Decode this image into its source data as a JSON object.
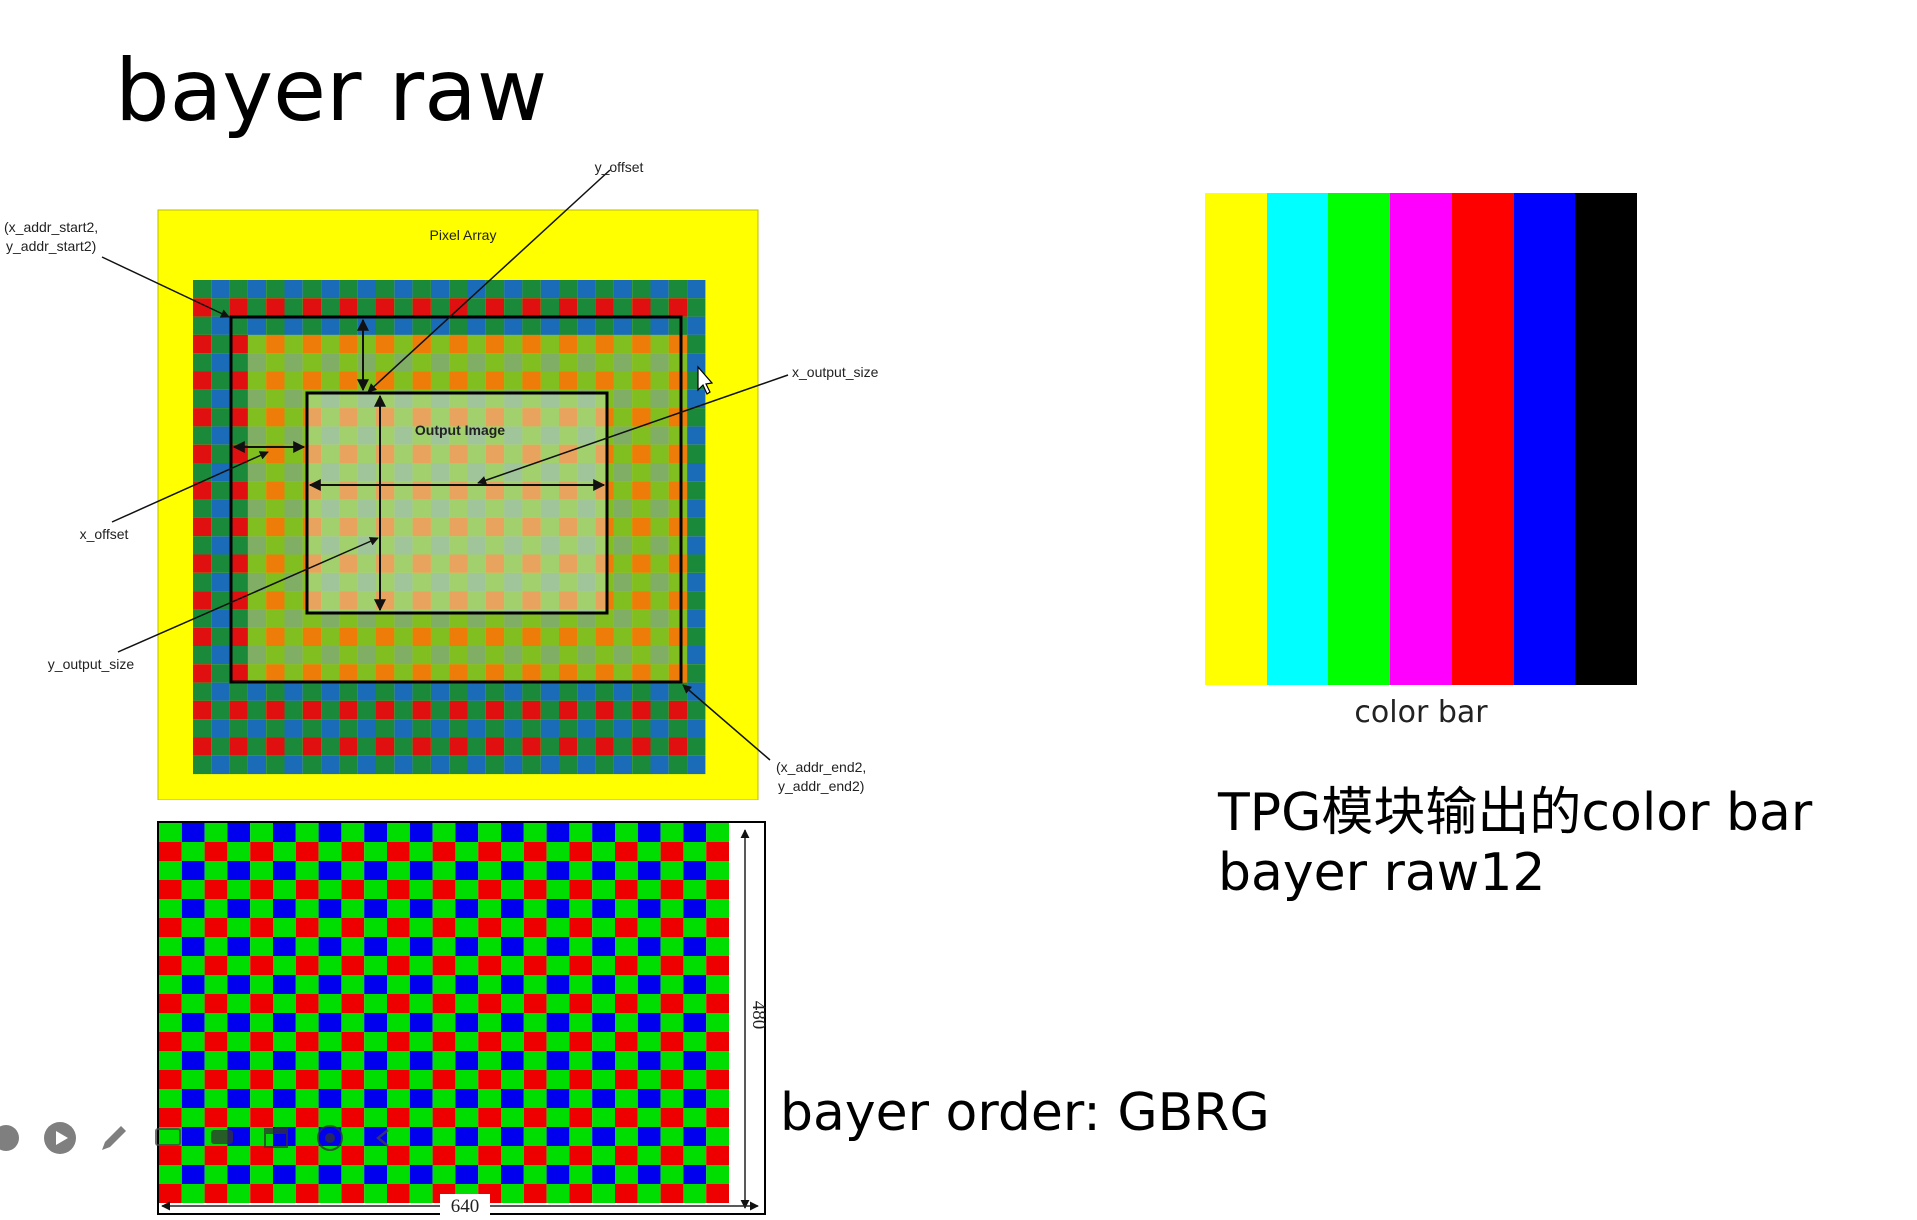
{
  "title": "bayer raw",
  "diagram": {
    "pixel_array_label": "Pixel Array",
    "output_image_label": "Output Image",
    "y_offset": "y_offset",
    "x_output_size": "x_output_size",
    "x_offset": "x_offset",
    "y_output_size": "y_output_size",
    "start_line1": "(x_addr_start2,",
    "start_line2": "y_addr_start2)",
    "end_line1": "(x_addr_end2,",
    "end_line2": "y_addr_end2)"
  },
  "bayer_grid": {
    "width_label": "640",
    "height_label": "480",
    "order": "GBRG"
  },
  "colorbar": {
    "caption": "color bar",
    "colors": [
      "#ffff00",
      "#00ffff",
      "#00ff00",
      "#ff00ff",
      "#ff0000",
      "#0000ff",
      "#000000"
    ]
  },
  "tpg_text": {
    "line1": "TPG模块输出的color bar",
    "line2": "bayer raw12"
  },
  "bayer_order_text": "bayer order: GBRG",
  "toolbar": {
    "icons": [
      "undo-icon",
      "play-icon",
      "pen-icon",
      "screen-icon",
      "chat-icon",
      "window-icon",
      "record-icon",
      "arrow-icon"
    ]
  }
}
